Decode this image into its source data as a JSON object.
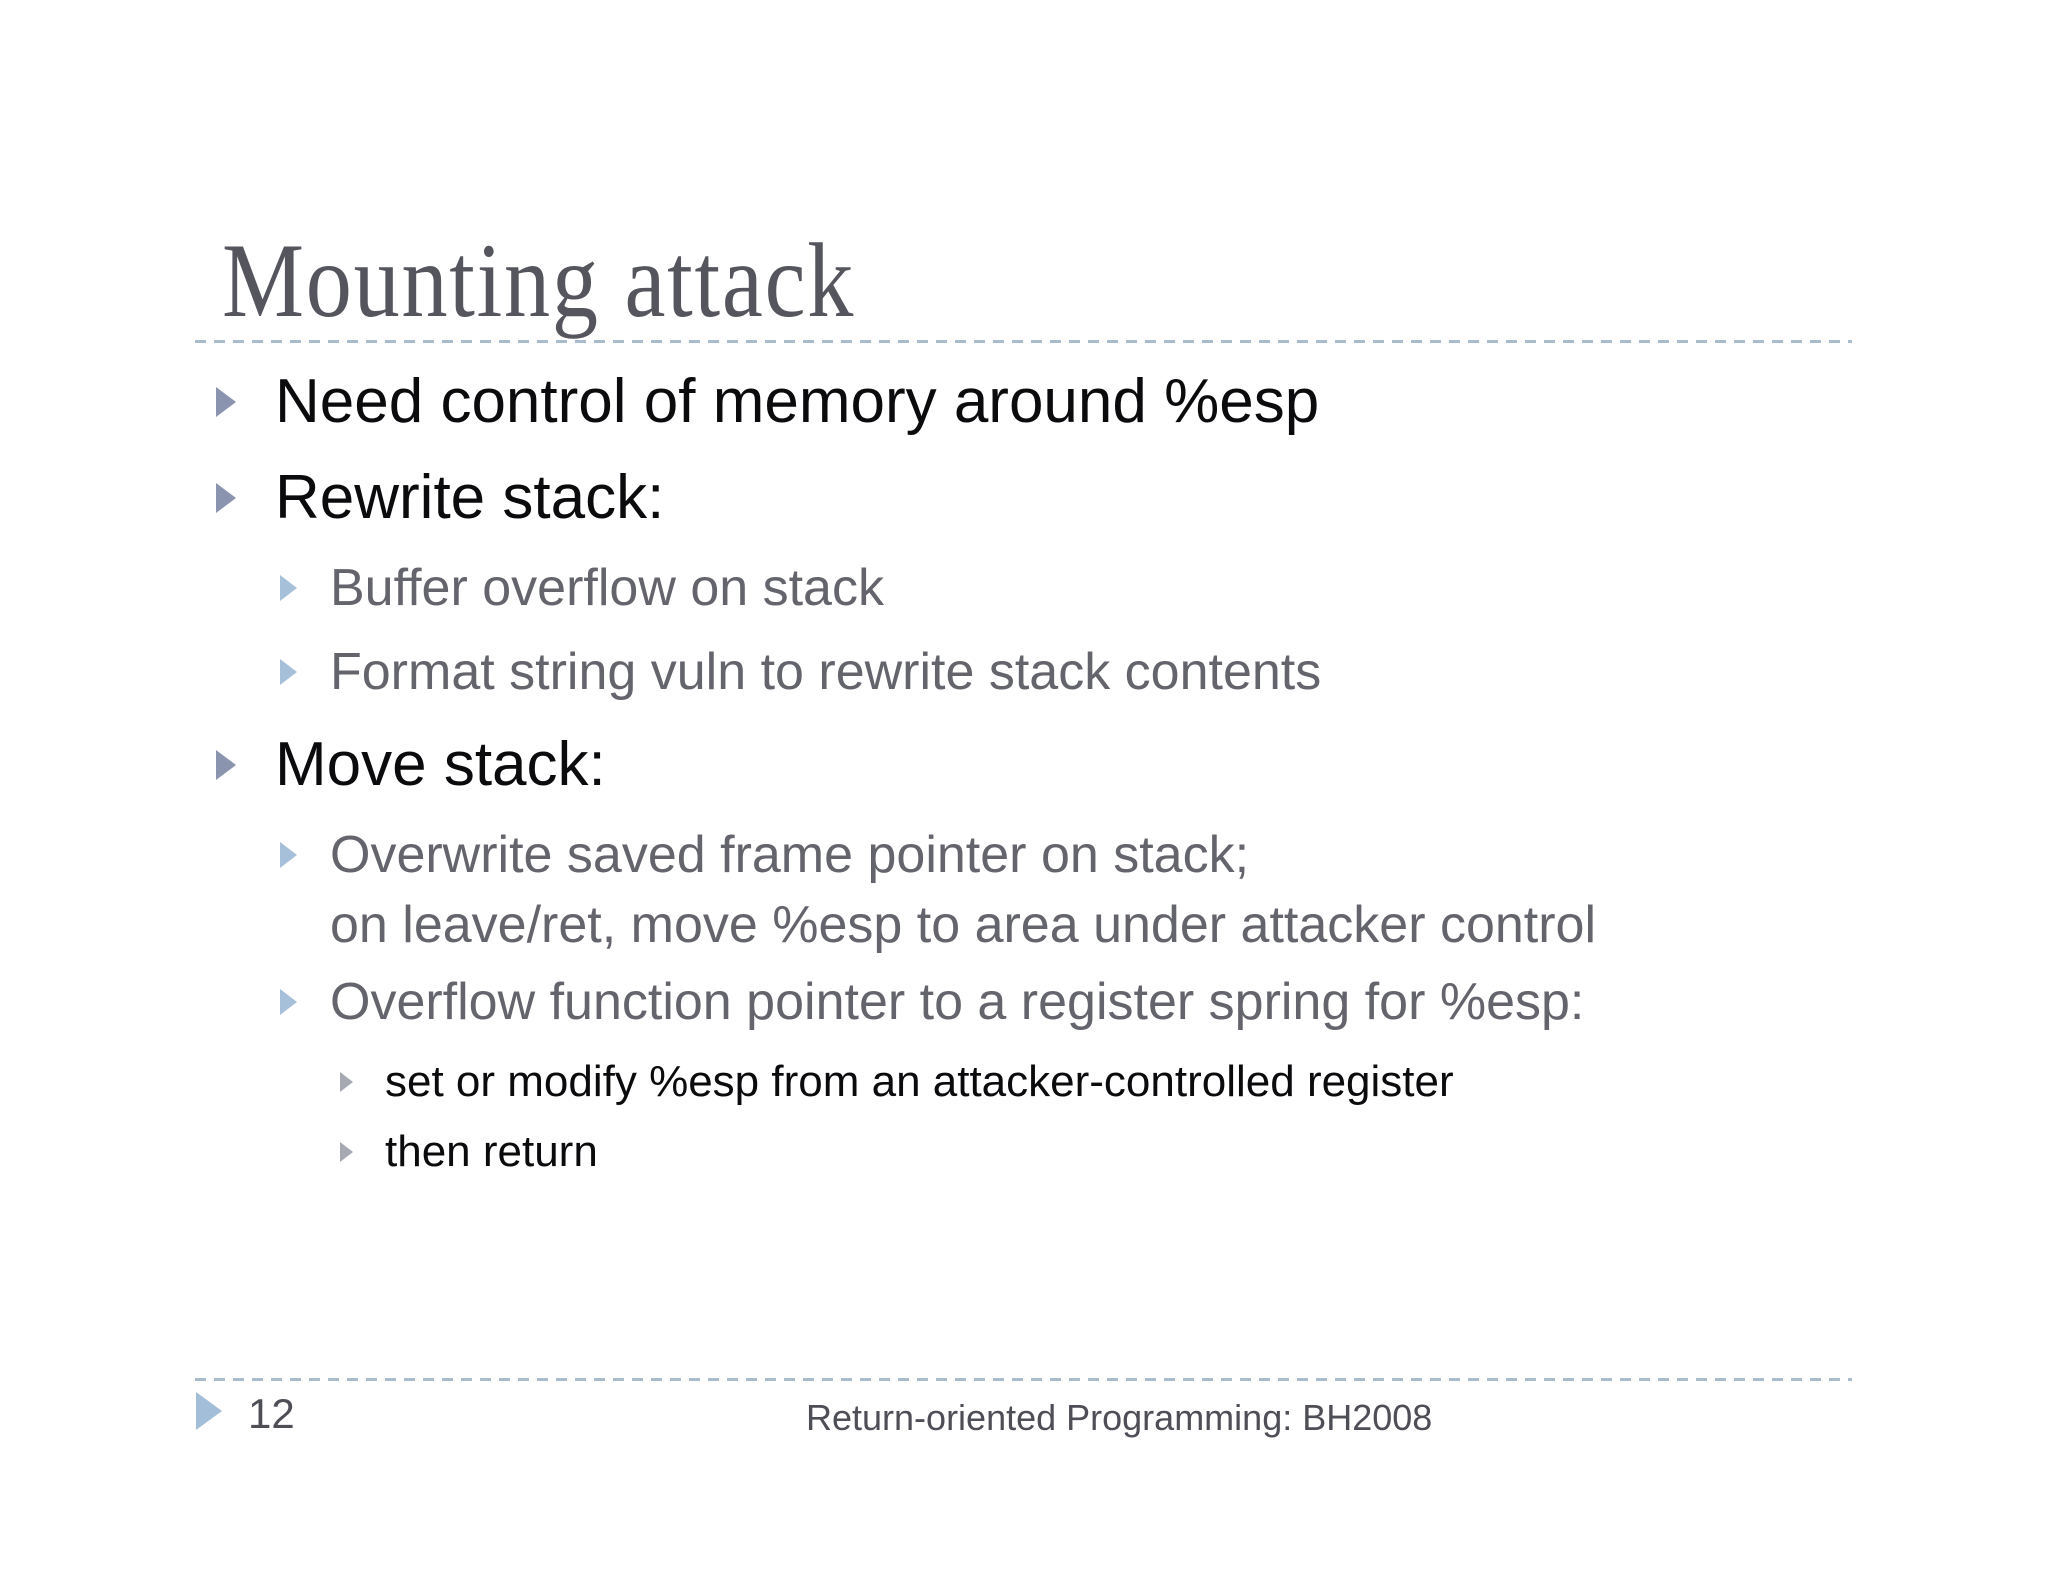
{
  "slide": {
    "title": "Mounting attack",
    "bullets": [
      {
        "level": 1,
        "text": "Need control of memory around %esp"
      },
      {
        "level": 1,
        "text": "Rewrite stack:"
      },
      {
        "level": 2,
        "text": "Buffer overflow on stack"
      },
      {
        "level": 2,
        "text": "Format string vuln to rewrite stack contents"
      },
      {
        "level": 1,
        "text": "Move stack:"
      },
      {
        "level": 2,
        "lines": [
          "Overwrite saved frame pointer on stack;",
          "on leave/ret, move %esp to area under attacker control"
        ]
      },
      {
        "level": 2,
        "text": "Overflow function pointer to a register spring for %esp:"
      },
      {
        "level": 3,
        "text": "set or modify %esp from an attacker-controlled register"
      },
      {
        "level": 3,
        "text": "then return"
      }
    ],
    "footer": {
      "page_number": "12",
      "text": "Return-oriented Programming: BH2008"
    }
  },
  "colors": {
    "title-color": "#55555E",
    "dash-color": "#A8BCCD",
    "l1-marker": "#8B94AF",
    "l2-marker": "#A6C0D9",
    "l3-marker": "#A6A9B2",
    "footer-marker": "#A3BED8",
    "l1-text": "#0B0B0E",
    "l2-text": "#64646C",
    "l3-text": "#0B0B0E",
    "footer-text": "#4E4E56"
  }
}
